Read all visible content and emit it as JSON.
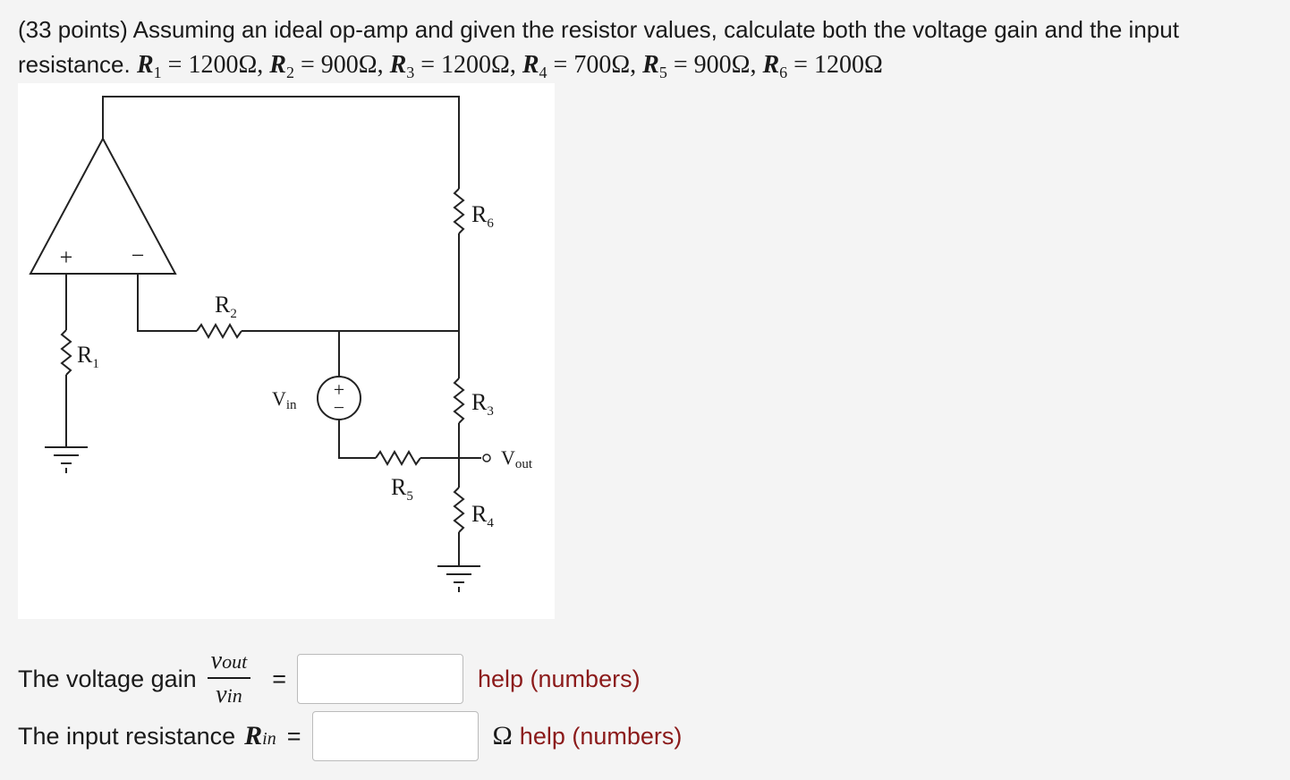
{
  "question": {
    "intro": "(33 points) Assuming an ideal op-amp and given the resistor values, calculate both the voltage gain and the input resistance.",
    "values": [
      {
        "sym": "R",
        "sub": "1",
        "val": "1200Ω"
      },
      {
        "sym": "R",
        "sub": "2",
        "val": "900Ω"
      },
      {
        "sym": "R",
        "sub": "3",
        "val": "1200Ω"
      },
      {
        "sym": "R",
        "sub": "4",
        "val": "700Ω"
      },
      {
        "sym": "R",
        "sub": "5",
        "val": "900Ω"
      },
      {
        "sym": "R",
        "sub": "6",
        "val": "1200Ω"
      }
    ]
  },
  "circuit": {
    "plus_sign": "+",
    "minus_sign": "−",
    "r1": "R",
    "r1_sub": "1",
    "r2": "R",
    "r2_sub": "2",
    "r3": "R",
    "r3_sub": "3",
    "r4": "R",
    "r4_sub": "4",
    "r5": "R",
    "r5_sub": "5",
    "r6": "R",
    "r6_sub": "6",
    "vin": "V",
    "vin_sub": "in",
    "vout": "V",
    "vout_sub": "out",
    "source_plus": "+",
    "source_minus": "−"
  },
  "gain_row": {
    "label": "The voltage gain",
    "num": "v",
    "num_sub": "out",
    "den": "v",
    "den_sub": "in",
    "equals": "=",
    "value": "",
    "help": "help (numbers)"
  },
  "resistance_row": {
    "label": "The input resistance",
    "sym": "R",
    "sym_sub": "in",
    "equals": "=",
    "value": "",
    "unit": "Ω",
    "help": "help (numbers)"
  }
}
